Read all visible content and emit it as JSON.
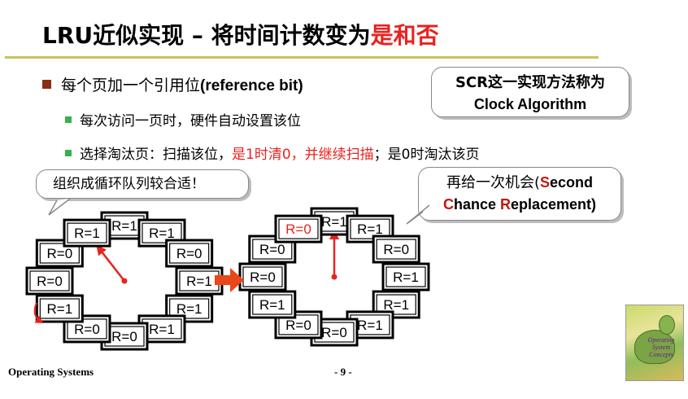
{
  "title": {
    "main": "LRU近似实现 – 将时间计数变为",
    "highlight": "是和否"
  },
  "bullet_main": {
    "text": "每个页加一个引用位",
    "en": "(reference bit)"
  },
  "sub_bullets": [
    {
      "text": "每次访问一页时，硬件自动设置该位"
    },
    {
      "pre": "选择淘汰页：扫描该位，",
      "red": "是1时清0，并继续扫描",
      "post": "；是0时淘汰该页"
    }
  ],
  "callouts": {
    "scr_line1": "SCR这一实现方法称为",
    "scr_line2": "Clock Algorithm",
    "circular": "组织成循环队列较合适！",
    "second_chance_cn": "再给一次机会(",
    "second_chance_en": [
      {
        "text": "S",
        "red": true
      },
      {
        "text": "econd",
        "red": false
      },
      {
        "text": "C",
        "red": true
      },
      {
        "text": "hance ",
        "red": false
      },
      {
        "text": "R",
        "red": true
      },
      {
        "text": "eplacement)",
        "red": false
      }
    ]
  },
  "clocks": [
    {
      "frames": [
        "R=1",
        "R=1",
        "R=0",
        "R=1",
        "R=1",
        "R=1",
        "R=0",
        "R=0",
        "R=1",
        "R=0",
        "R=0",
        "R=1"
      ],
      "pointer_frame": 11,
      "highlight_frames": []
    },
    {
      "frames": [
        "R=1",
        "R=1",
        "R=0",
        "R=1",
        "R=1",
        "R=1",
        "R=0",
        "R=0",
        "R=1",
        "R=0",
        "R=0",
        "R=0"
      ],
      "pointer_frame": 0,
      "highlight_frames": [
        11
      ]
    }
  ],
  "colors": {
    "accent_red": "#e8231f",
    "arrow_orange": "#e8471a",
    "rule": "#c8c35a",
    "bullet_green": "#34b34a",
    "bullet_brown": "#8b2e14"
  },
  "footer": {
    "left": "Operating Systems",
    "page": "- 9 -"
  },
  "book_cover": {
    "title": "Operating System Concepts"
  }
}
